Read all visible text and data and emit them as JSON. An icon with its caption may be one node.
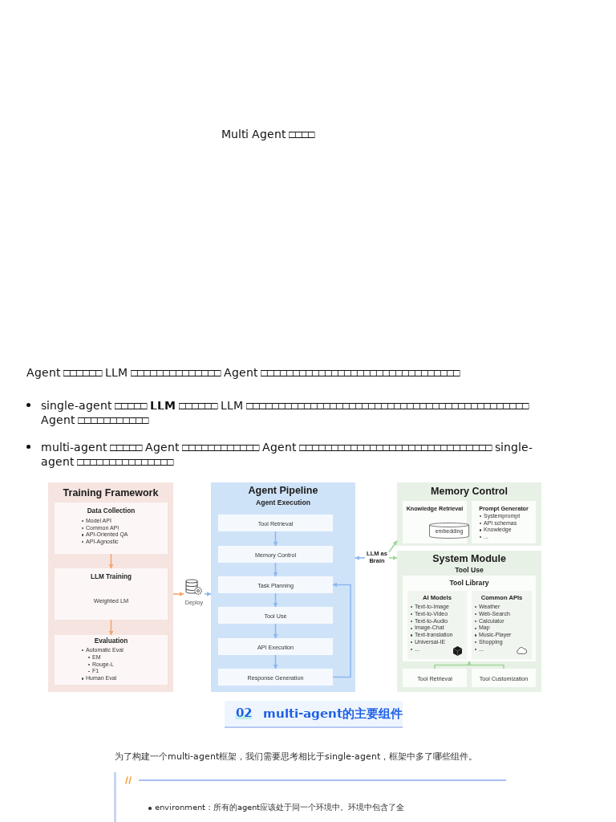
{
  "diagram": {
    "title": "Multi Agent □□□□",
    "nodes": [
      {
        "text": [
          "Training Framework"
        ]
      },
      {
        "text": [
          "Data Collection",
          "Model API",
          "Common API",
          "API-Oriented QA",
          "API-Agnostic"
        ],
        "in": 0
      },
      {
        "text": [
          "LLM Training",
          "Weighted LM"
        ],
        "in": 0
      },
      {
        "text": [
          "Evaluation",
          "Automatic Eval",
          "EM",
          "Rouge-L",
          "F1",
          "Human Eval"
        ],
        "in": 0
      },
      {
        "text": [
          "Deploy"
        ]
      },
      {
        "text": [
          "Agent Pipeline",
          "Agent Execution"
        ]
      },
      {
        "text": [
          "Tool Retrieval"
        ],
        "in": 5
      },
      {
        "text": [
          "Memory Control"
        ],
        "in": 5
      },
      {
        "text": [
          "Task Planning"
        ],
        "in": 5
      },
      {
        "text": [
          "Tool Use"
        ],
        "in": 5
      },
      {
        "text": [
          "API Execution"
        ],
        "in": 5
      },
      {
        "text": [
          "Response Generation"
        ],
        "in": 5
      },
      {
        "text": [
          "LLM as Brain"
        ]
      },
      {
        "text": [
          "Memory Control"
        ]
      },
      {
        "text": [
          "Knowledge Retrieval"
        ],
        "in": 13
      },
      {
        "text": [
          "embedding"
        ],
        "in": 14
      },
      {
        "text": [
          "Prompt Generator",
          "Systemprompt",
          "API schemas",
          "Knowledge",
          "..."
        ],
        "in": 13
      },
      {
        "text": [
          "System Module",
          "Tool Use"
        ]
      },
      {
        "text": [
          "Tool Library"
        ],
        "in": 17
      },
      {
        "text": [
          "AI Models",
          "Text-to-Image",
          "Text-to-Video",
          "Text-to-Audio",
          "Image-Chat",
          "Text-translation",
          "Universal-IE",
          "..."
        ],
        "in": 18
      },
      {
        "text": [
          "Common APIs",
          "Weather",
          "Web-Search",
          "Calculator",
          "Map",
          "Music-Player",
          "Shopping",
          "..."
        ],
        "in": 18
      },
      {
        "text": [
          "Tool Retrieval"
        ],
        "in": 17
      },
      {
        "text": [
          "Tool Customization"
        ],
        "in": 17
      },
      {
        "text": [
          "02",
          "multi-agent的主要组件"
        ]
      },
      {
        "text": [
          "environment：所有的agent应该处于同一个环境中。环境中包含了全"
        ]
      }
    ],
    "edges": [
      {
        "from": 1,
        "to": 2,
        "arrow": "to",
        "color": "#f6a56f"
      },
      {
        "from": 2,
        "to": 3,
        "arrow": "to",
        "color": "#f6a56f"
      },
      {
        "from": 0,
        "to": 4,
        "arrow": "to",
        "color": "#f6a56f"
      },
      {
        "from": 4,
        "to": 5,
        "arrow": "to"
      },
      {
        "from": 6,
        "to": 7,
        "arrow": "to"
      },
      {
        "from": 7,
        "to": 8,
        "arrow": "to"
      },
      {
        "from": 8,
        "to": 9,
        "arrow": "to"
      },
      {
        "from": 9,
        "to": 10,
        "arrow": "to"
      },
      {
        "from": 10,
        "to": 11,
        "arrow": "to"
      },
      {
        "from": 11,
        "to": 8,
        "arrow": "to"
      },
      {
        "from": 12,
        "to": 5,
        "arrow": "to"
      },
      {
        "from": 12,
        "to": 13,
        "arrow": "to",
        "color": "#9fd79a"
      },
      {
        "from": 12,
        "to": 17,
        "arrow": "to",
        "color": "#9fd79a"
      },
      {
        "from": 21,
        "to": 18,
        "arrow": "to",
        "color": "#9fd79a"
      },
      {
        "from": 22,
        "to": 18,
        "arrow": "to",
        "color": "#9fd79a"
      }
    ],
    "labels": [
      "Agent □□□□□□ LLM □□□□□□□□□□□□□□ Agent □□□□□□□□□□□□□□□□□□□□□□□□□□□□□□□",
      "single-agent □□□□□ **LLM** □□□□□□ LLM □□□□□□□□□□□□□□□□□□□□□□□□□□□□□□□□□□□□□□□□□□□□ Agent □□□□□□□□□□□",
      "multi-agent □□□□□ Agent □□□□□□□□□□□□ Agent □□□□□□□□□□□□□□□□□□□□□□□□□□□□□□ single-agent □□□□□□□□□□□□□□□",
      "为了构建一个multi-agent框架，我们需要思考相比于single-agent，框架中多了哪些组件。"
    ]
  }
}
